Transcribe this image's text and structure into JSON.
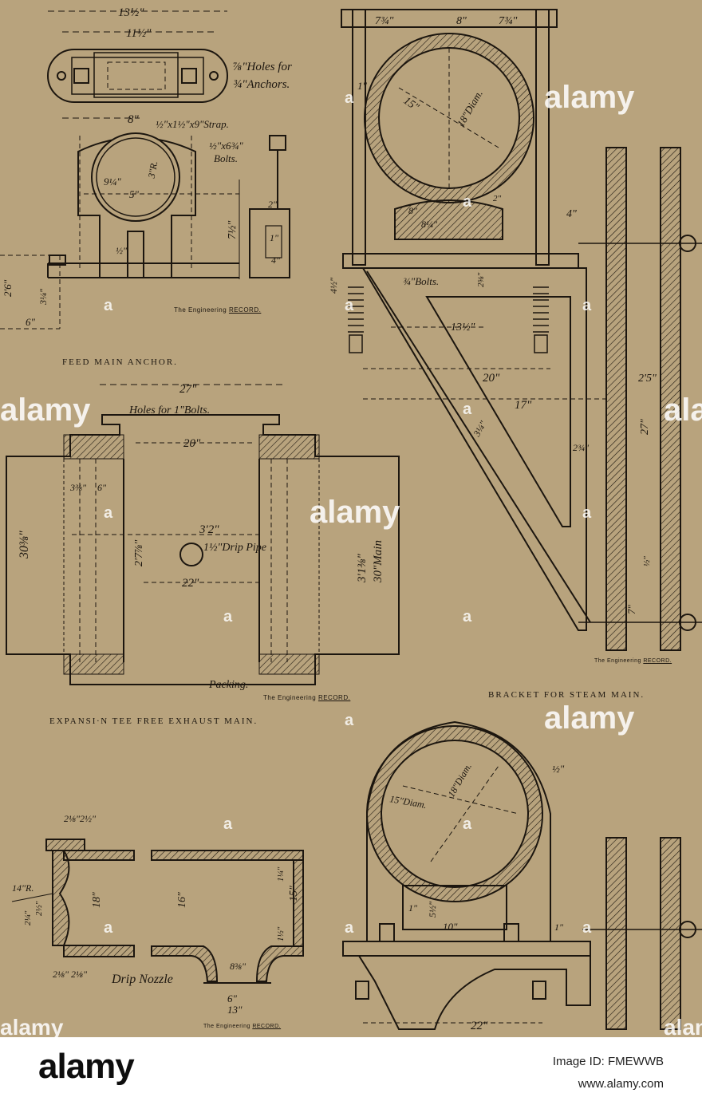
{
  "captions": {
    "feed_main_anchor": "FEED MAIN ANCHOR.",
    "expansion_tee": "EXPANSI∙N TEE FREE EXHAUST MAIN.",
    "bracket_steam_main": "BRACKET FOR STEAM MAIN."
  },
  "credit": {
    "prefix": "The Engineering ",
    "name": "RECORD."
  },
  "watermark": {
    "text": "alamy",
    "glyph": "a"
  },
  "dimensions": {
    "anchor": {
      "d13_5": "13½\"",
      "d11_5": "11½\"",
      "holes": "⅞\"Holes for",
      "anchors": "¾\"Anchors.",
      "d8": "8\"",
      "strap": "½\"x1½\"x9\"Strap.",
      "bolts": "½\"x6¾\"",
      "bolts_label": "Bolts.",
      "r": "3\"R.",
      "d9_25": "9¼\"",
      "d5": "5\"",
      "d7_5": "7½\"",
      "d2": "2\"",
      "d1": "1\"",
      "d4": "4\"",
      "d_half": "½\"",
      "d2_6": "2'6\"",
      "d3_4": "3¼\"",
      "d6": "6\""
    },
    "tee": {
      "d27": "27\"",
      "bolt_holes": "Holes for 1\"Bolts.",
      "d20": "20\"",
      "d3_8": "3⅜\"",
      "d6": "6\"",
      "d30_38": "30⅜\"",
      "d3_2": "3'2\"",
      "drip": "1½\"Drip Pipe",
      "d2_7": "2'7⅞\"",
      "d22": "22\"",
      "d3_1": "3'1⅜\"",
      "main": "30\"Main",
      "packing": "Packing."
    },
    "bracket": {
      "d7_75a": "7¾\"",
      "d8": "8\"",
      "d7_75b": "7¾\"",
      "d15": "15\"",
      "diam18": "18\"Diam.",
      "d1": "1\"",
      "d4": "4\"",
      "d2": "2\"",
      "d8b": "8\"",
      "d8_25": "8¼\"",
      "bolts": "¾\"Bolts.",
      "d4_5": "4½\"",
      "d2_58": "2⅝\"",
      "d13_5": "13½\"",
      "d20": "20\"",
      "d17": "17\"",
      "d2_5": "2'5\"",
      "d27": "27\"",
      "d2_34": "2¾\"",
      "d3_4": "3¼\"",
      "d7": "7\"",
      "d_half": "½\""
    },
    "nozzle": {
      "top": "2⅛\"2½\"",
      "r14": "14\"R.",
      "d2_14": "2¼\"",
      "d2_12": "2½\"",
      "d18": "18\"",
      "bottom": "2⅛\" 2⅛\"",
      "d16": "16\"",
      "d15": "15\"",
      "d1_25": "1¼\"",
      "d1_5": "1½\"",
      "drip": "Drip Nozzle",
      "d8_38": "8⅜\"",
      "d6": "6\"",
      "d13": "13\""
    },
    "hanger": {
      "half": "½\"",
      "d15": "15\"Diam.",
      "d18": "18\"Diam.",
      "d1": "1\"",
      "d5_5": "5½\"",
      "d10": "10\"",
      "d1b": "1\"",
      "d22": "22\""
    }
  },
  "footer": {
    "logo": "alamy",
    "image_id": "Image ID: FMEWWB",
    "url": "www.alamy.com"
  }
}
